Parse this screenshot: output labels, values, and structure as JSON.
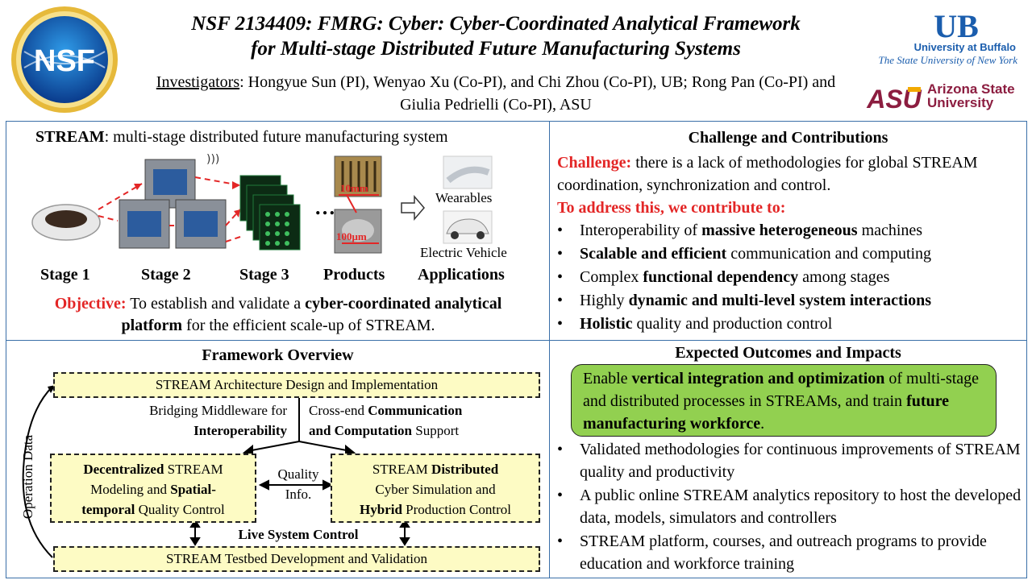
{
  "header": {
    "title_line1": "NSF 2134409: FMRG: Cyber: Cyber-Coordinated Analytical Framework",
    "title_line2": "for Multi-stage Distributed Future Manufacturing Systems",
    "investigators_label": "Investigators",
    "investigators_text": ": Hongyue Sun (PI), Wenyao Xu (Co-PI), and Chi Zhou (Co-PI), UB; Rong Pan (Co-PI) and Giulia Pedrielli (Co-PI), ASU"
  },
  "logos": {
    "nsf": "NSF",
    "ub_name": "University at Buffalo",
    "ub_sub": "The State University of New York",
    "asu_mark": "ASU",
    "asu_name_line1": "Arizona State",
    "asu_name_line2": "University"
  },
  "stream": {
    "heading_bold": "STREAM",
    "heading_rest": ": multi-stage distributed future manufacturing system",
    "stages": [
      "Stage 1",
      "Stage 2",
      "Stage 3",
      "Products",
      "Applications"
    ],
    "scale_10mm": "10mm",
    "scale_100um": "100μm",
    "ellipsis": "…",
    "app_wearables": "Wearables",
    "app_ev": "Electric Vehicle",
    "objective_label": "Objective:",
    "objective_pre": " To establish and validate a ",
    "objective_bold1": "cyber-coordinated analytical platform",
    "objective_post": " for the efficient scale-up of STREAM."
  },
  "challenge": {
    "heading": "Challenge and Contributions",
    "label": "Challenge:",
    "text": " there is a lack of methodologies for global STREAM coordination, synchronization and control.",
    "address": "To address this, we contribute to:",
    "items": [
      {
        "pre": "Interoperability of ",
        "bold": "massive heterogeneous",
        "post": " machines"
      },
      {
        "pre": "",
        "bold": "Scalable and efficient",
        "post": " communication and computing"
      },
      {
        "pre": "Complex ",
        "bold": "functional dependency",
        "post": " among stages"
      },
      {
        "pre": "Highly ",
        "bold": "dynamic and multi-level system interactions",
        "post": ""
      },
      {
        "pre": "",
        "bold": "Holistic",
        "post": " quality and production control"
      }
    ]
  },
  "framework": {
    "heading": "Framework Overview",
    "arch": "STREAM Architecture Design and Implementation",
    "bridge_1": "Bridging Middleware for",
    "bridge_2": "Interoperability",
    "cross_pre": "Cross-end ",
    "cross_bold1": "Communication",
    "cross_bold2": "and Computation",
    "cross_post": " Support",
    "left_b1": "Decentralized",
    "left_t1": " STREAM",
    "left_t2": "Modeling and ",
    "left_b2": "Spatial-",
    "left_b3": "temporal",
    "left_t3": " Quality Control",
    "right_t1": "STREAM ",
    "right_b1": "Distributed",
    "right_t2": "Cyber Simulation and",
    "right_b2": "Hybrid",
    "right_t3": " Production Control",
    "quality_1": "Quality",
    "quality_2": "Info.",
    "live": "Live System Control",
    "testbed": "STREAM Testbed Development and Validation",
    "op_data": "Operation Data"
  },
  "outcomes": {
    "heading": "Expected Outcomes and Impacts",
    "box_pre": "Enable ",
    "box_bold1": "vertical integration and optimization",
    "box_mid": " of multi-stage and distributed processes in STREAMs, and train ",
    "box_bold2": "future manufacturing workforce",
    "box_post": ".",
    "items": [
      "Validated methodologies for continuous improvements of STREAM quality and productivity",
      "A public online STREAM analytics repository to host the developed data, models, simulators and controllers",
      "STREAM platform, courses, and outreach programs to provide education and workforce training"
    ]
  },
  "colors": {
    "accent_red": "#e32626",
    "box_green": "#92d050",
    "box_yellow": "#fdfbc4",
    "ub_blue": "#1a5dad",
    "asu_maroon": "#8c1d40"
  }
}
